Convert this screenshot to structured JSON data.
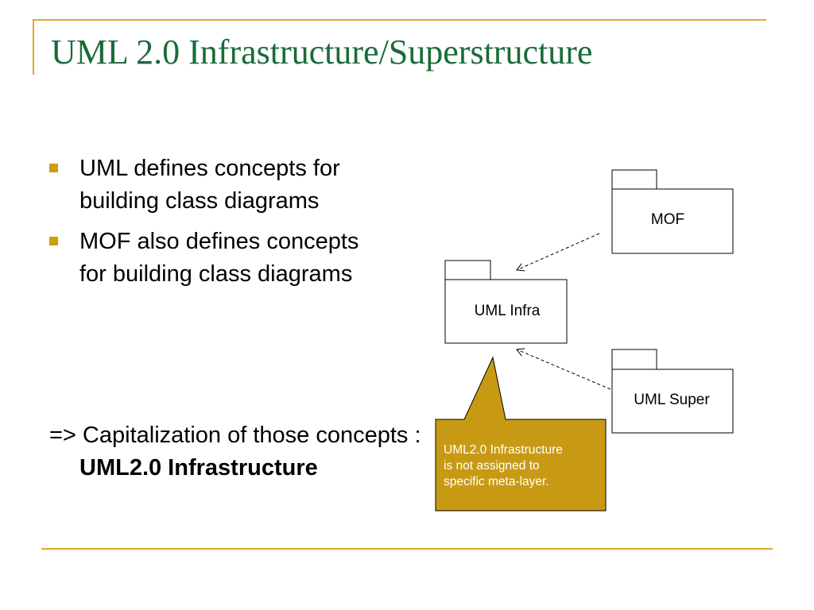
{
  "slide": {
    "title": "UML 2.0 Infrastructure/Superstructure",
    "bullets": [
      "UML defines concepts for building class diagrams",
      "MOF also defines concepts for building class diagrams"
    ],
    "conclusion": {
      "prefix": "=> Capitalization of those concepts : ",
      "bold": "UML2.0 Infrastructure"
    },
    "accent_color": "#e0a72a",
    "title_color": "#1b6b3a",
    "bullet_color": "#c8a000"
  },
  "diagram": {
    "packages": {
      "mof": "MOF",
      "uml_infra": "UML Infra",
      "uml_super": "UML Super"
    },
    "callout": {
      "lines": [
        "UML2.0 Infrastructure",
        "is not assigned to",
        "specific meta-layer."
      ],
      "fill": "#c89a14"
    }
  }
}
